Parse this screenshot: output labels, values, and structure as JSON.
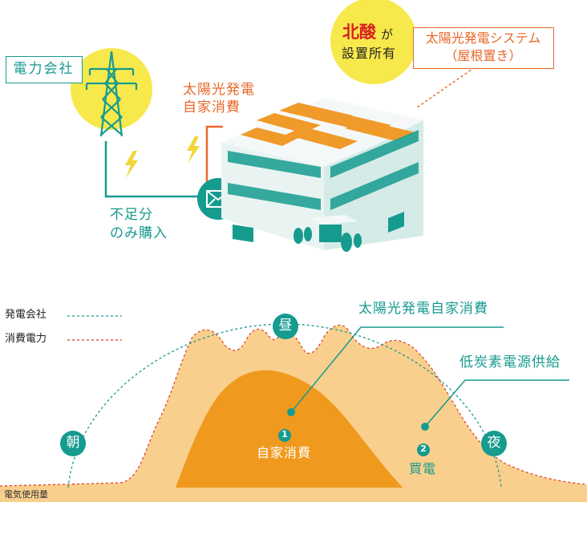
{
  "top": {
    "power_company": "電力会社",
    "self_consume_line1": "太陽光発電",
    "self_consume_line2": "自家消費",
    "owner_name": "北酸",
    "owner_particle": "が",
    "owner_line2": "設置所有",
    "system_line1": "太陽光発電システム",
    "system_line2": "（屋根置き）",
    "purchase_line1": "不足分",
    "purchase_line2": "のみ購入"
  },
  "legend": {
    "generation": "発電会社",
    "consumption": "消費電力"
  },
  "chart": {
    "callout_self": "太陽光発電自家消費",
    "callout_lowcarbon": "低炭素電源供給",
    "noon": "昼",
    "morning": "朝",
    "night": "夜",
    "marker1_num": "1",
    "marker1_label": "自家消費",
    "marker2_num": "2",
    "marker2_label": "買電",
    "baseline": "電気使用量"
  },
  "colors": {
    "teal": "#169b8f",
    "orange": "#e8682a",
    "sun_yellow": "#f7e84b",
    "light_orange": "#f9cf8d",
    "dark_orange": "#ef9a1e"
  }
}
